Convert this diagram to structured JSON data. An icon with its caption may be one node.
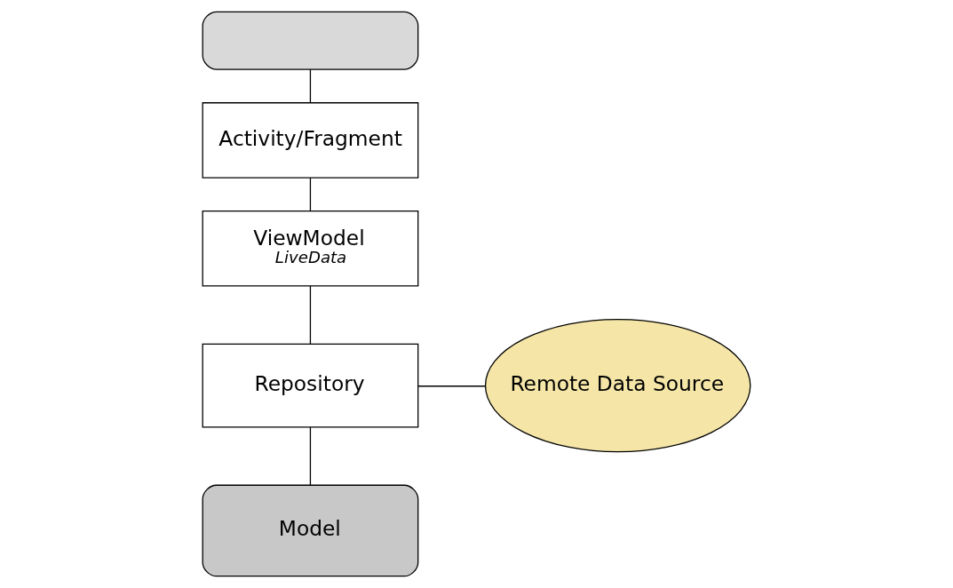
{
  "diagram": {
    "nodes": [
      {
        "text": [],
        "shape": "box"
      },
      {
        "text": [
          "Activity/Fragment"
        ]
      },
      {
        "text": [
          "ViewModel",
          "LiveData"
        ]
      },
      {
        "text": [
          "Repository"
        ]
      },
      {
        "text": [
          "Remote Data Source"
        ]
      },
      {
        "text": [
          "Model"
        ]
      }
    ],
    "edges": [
      {
        "from": 0,
        "to": 1,
        "arrow": "none"
      },
      {
        "from": 1,
        "to": 2,
        "arrow": "none"
      },
      {
        "from": 2,
        "to": 3,
        "arrow": "none"
      },
      {
        "from": 3,
        "to": 4,
        "arrow": "none"
      },
      {
        "from": 3,
        "to": 5,
        "arrow": "none"
      }
    ]
  }
}
